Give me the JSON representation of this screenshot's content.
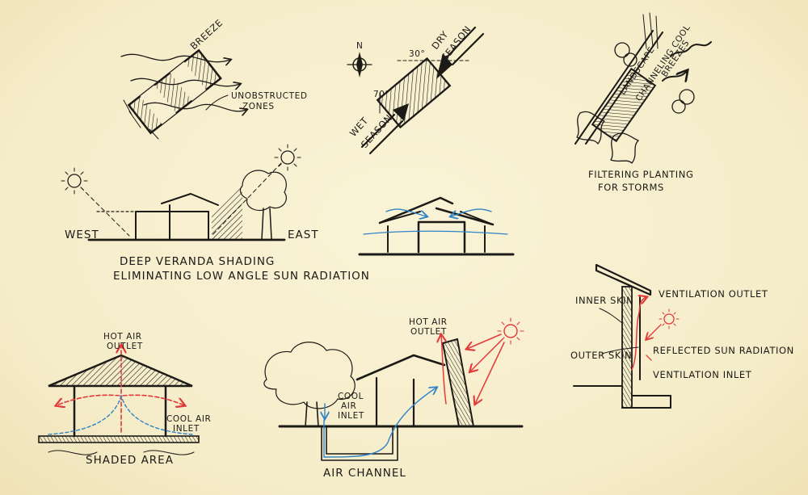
{
  "colors": {
    "paper": "#f7efcf",
    "ink": "#1c1a17",
    "hot_air": "#e23a3a",
    "cool_air": "#2f84c7"
  },
  "sketch_breeze": {
    "breeze_label": "BREEZE",
    "zones_label_1": "UNOBSTRUCTED",
    "zones_label_2": "ZONES"
  },
  "sketch_orientation": {
    "north_label": "N",
    "angle_top": "30°",
    "angle_side": "70°",
    "dry_label_1": "DRY",
    "dry_label_2": "SEASON",
    "wet_label_1": "WET",
    "wet_label_2": "SEASON"
  },
  "sketch_planting": {
    "landscape_label_1": "LANDSCAPE",
    "landscape_label_2": "CHANNELING COOL",
    "landscape_label_3": "BREEZES",
    "caption_1": "FILTERING PLANTING",
    "caption_2": "FOR STORMS"
  },
  "sketch_veranda": {
    "west_label": "WEST",
    "east_label": "EAST",
    "caption_1": "DEEP VERANDA SHADING",
    "caption_2": "ELIMINATING LOW ANGLE SUN RADIATION"
  },
  "sketch_skin": {
    "inner_skin": "INNER SKIN",
    "outer_skin": "OUTER SKIN",
    "vent_outlet": "VENTILATION OUTLET",
    "reflected": "REFLECTED SUN RADIATION",
    "vent_inlet": "VENTILATION INLET"
  },
  "sketch_pavilion": {
    "hot_air_1": "HOT AIR",
    "hot_air_2": "OUTLET",
    "cool_air_1": "COOL AIR",
    "cool_air_2": "INLET",
    "shaded_area": "SHADED AREA"
  },
  "sketch_channel": {
    "hot_air_1": "HOT AIR",
    "hot_air_2": "OUTLET",
    "cool_air_1": "COOL",
    "cool_air_2": "AIR",
    "cool_air_3": "INLET",
    "air_channel": "AIR CHANNEL"
  }
}
